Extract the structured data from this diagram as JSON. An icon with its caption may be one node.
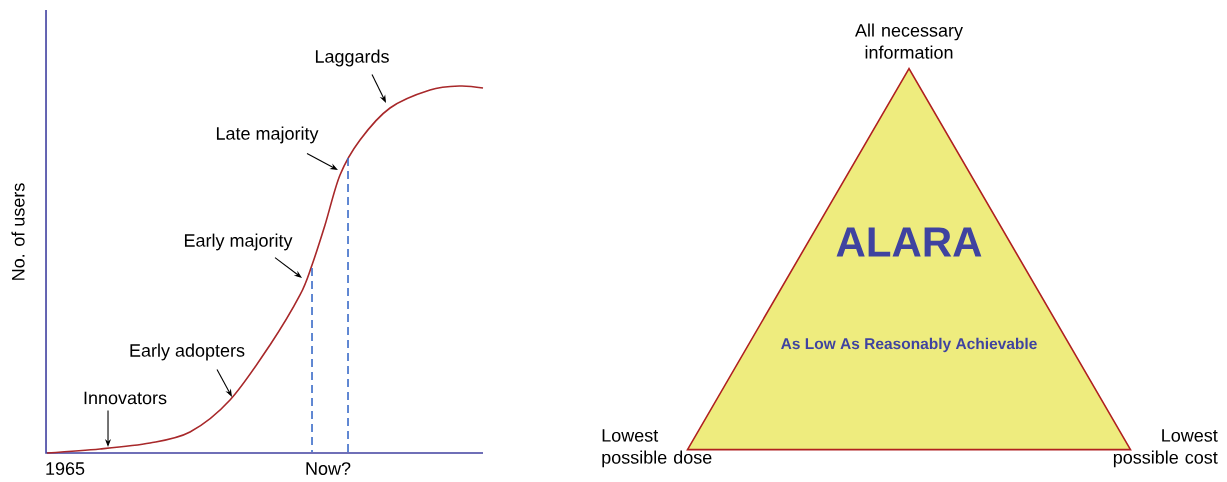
{
  "diagram": {
    "nodes": [
      {
        "text": [
          "Laggards"
        ]
      },
      {
        "text": [
          "Late majority"
        ]
      },
      {
        "text": [
          "Early majority"
        ]
      },
      {
        "text": [
          "Early adopters"
        ]
      },
      {
        "text": [
          "Innovators"
        ]
      },
      {
        "text": [
          "ALARA",
          "As Low As Reasonably Achievable"
        ]
      }
    ],
    "edges": [
      {
        "from": 0,
        "to": null,
        "arrow": "to"
      },
      {
        "from": 1,
        "to": null,
        "arrow": "to"
      },
      {
        "from": 2,
        "to": null,
        "arrow": "to"
      },
      {
        "from": 3,
        "to": null,
        "arrow": "to"
      },
      {
        "from": 4,
        "to": null,
        "arrow": "to"
      }
    ],
    "labels": [
      "All necessary information",
      "No. of users",
      "Lowest possible dose",
      "Lowest possible cost",
      "1965",
      "Now?"
    ]
  }
}
